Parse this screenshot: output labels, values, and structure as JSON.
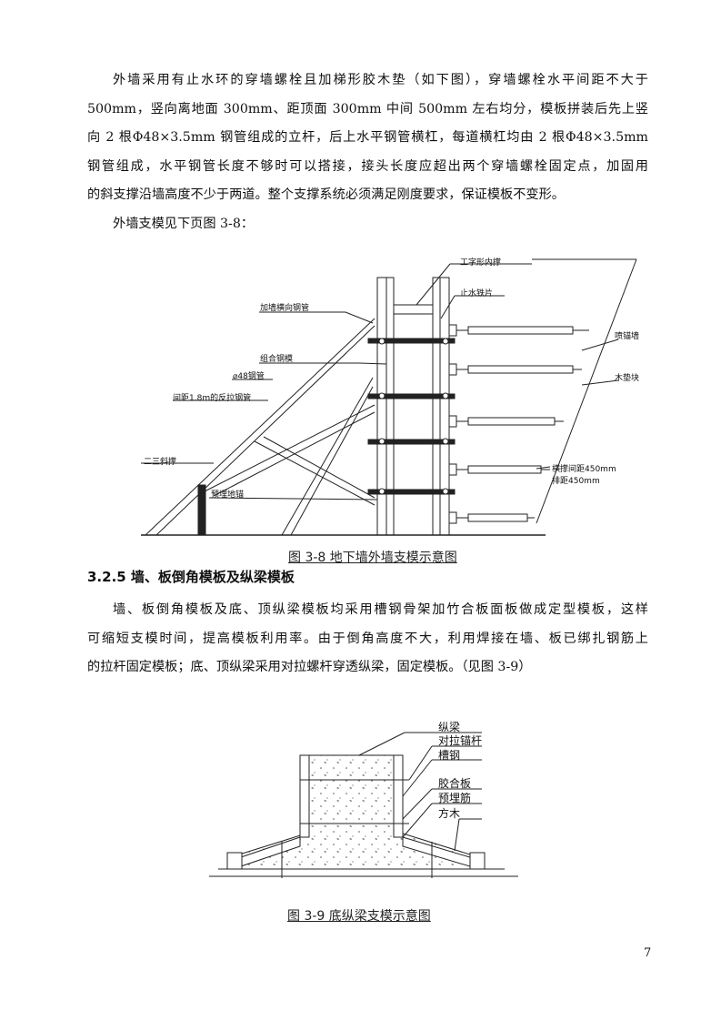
{
  "para1": {
    "lines": [
      "外墙采用有止水环的穿墙螺栓且加梯形胶木垫（如下图），穿墙螺栓水平间距不大于",
      "500mm，竖向离地面 300mm、距顶面 300mm 中间 500mm 左右均分，模板拼装后先上竖",
      "向 2 根Φ48×3.5mm 钢管组成的立杆，后上水平钢管横杠，每道横杠均由 2 根Φ48×3.5mm",
      "钢管组成，水平钢管长度不够时可以搭接，接头长度应超出两个穿墙螺栓固定点，加固用",
      "的斜支撑沿墙高度不少于两道。整个支撑系统必须满足刚度要求，保证模板不变形。",
      "外墙支模见下页图 3-8："
    ]
  },
  "figure38": {
    "caption": "图 3-8 地下墙外墙支模示意图",
    "labels": {
      "i_brace": "工字形内撑",
      "water_stop": "止水铁片",
      "horizontal_pipe": "加墙横向钢管",
      "shotcrete_wall": "喷锚墙",
      "combined_form": "组合钢模",
      "pipe48": "48钢管",
      "wood_pad": "木垫块",
      "tie_pipe": "间距1.8m的反拉钢管",
      "diagonal": "二三斜撑",
      "spacing_h": "横撑间距450mm",
      "spacing_v": "排距450mm",
      "anchor": "预埋地锚"
    }
  },
  "section": {
    "heading": "3.2.5 墙、板倒角模板及纵梁模板"
  },
  "para2": {
    "lines": [
      "墙、板倒角模板及底、顶纵梁模板均采用槽钢骨架加竹合板面板做成定型模板，这样",
      "可缩短支模时间，提高模板利用率。由于倒角高度不大，利用焊接在墙、板已绑扎钢筋上",
      "的拉杆固定模板；底、顶纵梁采用对拉螺杆穿透纵梁，固定模板。（见图 3-9）"
    ]
  },
  "figure39": {
    "caption": "图 3-9 底纵梁支模示意图",
    "labels": {
      "beam": "纵梁",
      "tie_bolt": "对拉锚杆",
      "channel": "槽钢",
      "plywood": "胶合板",
      "embedded": "预埋筋",
      "timber": "方木"
    }
  },
  "page_number": "7"
}
